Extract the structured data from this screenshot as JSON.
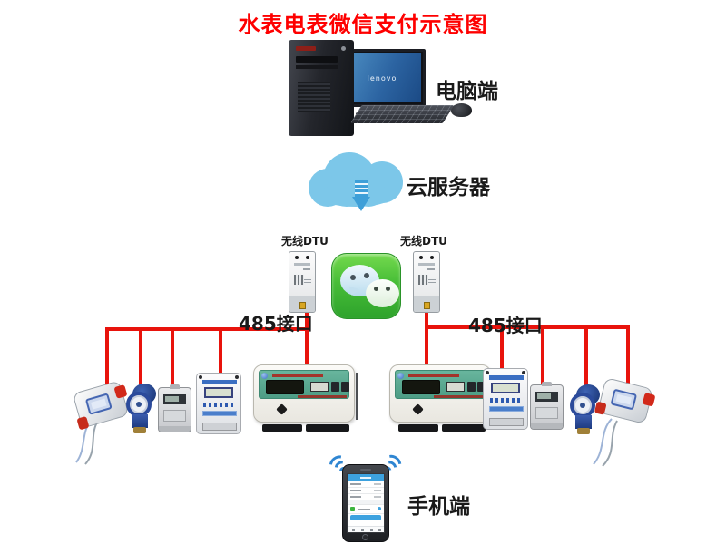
{
  "title": {
    "text": "水表电表微信支付示意图",
    "color": "#fe0000"
  },
  "computer": {
    "label": "电脑端",
    "brand": "lenovo"
  },
  "cloud": {
    "label": "云服务器"
  },
  "dtu": {
    "left_label": "无线DTU",
    "right_label": "无线DTU"
  },
  "bus": {
    "left_label": "485接口",
    "right_label": "485接口",
    "line_color": "#e8130c"
  },
  "phone": {
    "label": "手机端"
  },
  "icons": {
    "wechat": "wechat-icon",
    "cloud_download": "cloud-download-arrow-icon",
    "wifi": "wifi-signal-icon"
  },
  "devices": {
    "left_branch": [
      "prepaid-water-meter",
      "mechanical-water-meter",
      "single-phase-electric-meter",
      "prepaid-electric-meter"
    ],
    "controllers": [
      "meter-data-collector-left",
      "meter-data-collector-right"
    ],
    "right_branch": [
      "prepaid-electric-meter",
      "single-phase-electric-meter",
      "mechanical-water-meter",
      "prepaid-water-meter"
    ]
  },
  "colors": {
    "title_red": "#fe0000",
    "line_red": "#e8130c",
    "wechat_green": "#3fb437",
    "cloud_blue": "#7cc7e9",
    "label_black": "#1a1a1a"
  }
}
